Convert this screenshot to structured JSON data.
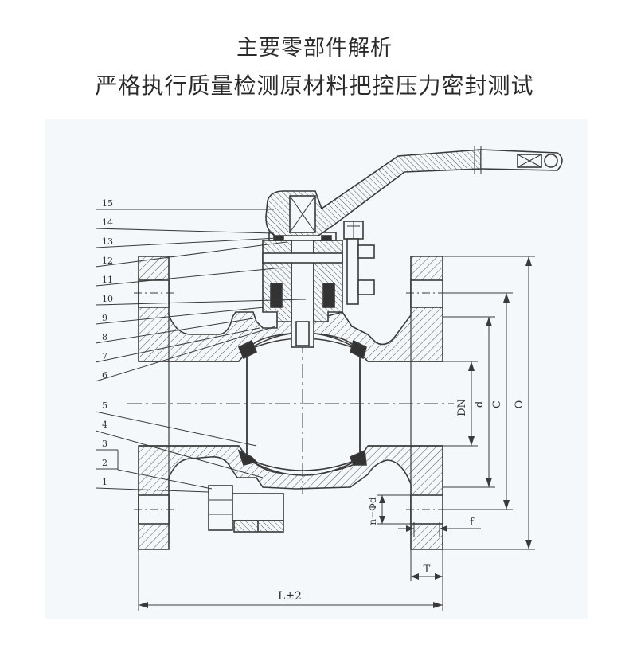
{
  "heading": {
    "line1": "主要零部件解析",
    "line2": "严格执行质量检测原材料把控压力密封测试"
  },
  "drawing": {
    "part_numbers": [
      "15",
      "14",
      "13",
      "12",
      "11",
      "10",
      "9",
      "8",
      "7",
      "6",
      "5",
      "4",
      "3",
      "2",
      "1"
    ],
    "dimensions": {
      "dn": "DN",
      "d": "d",
      "c": "C",
      "o": "O",
      "n_phi_d": "n−Φd",
      "f": "f",
      "t": "T",
      "l": "L±2"
    }
  },
  "colors": {
    "line": "#3a3a3a",
    "background": "#f4f8fb"
  }
}
